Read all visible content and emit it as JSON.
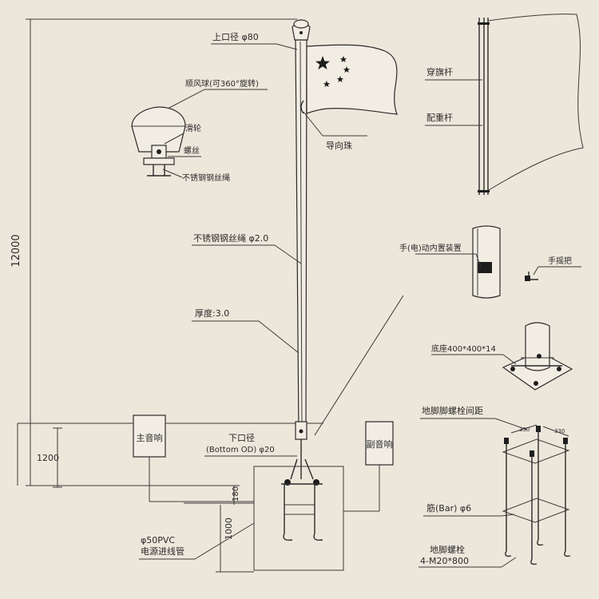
{
  "labels": {
    "height_total": "12000",
    "top_diameter": "上口径 φ80",
    "wind_ball": "顺风球(可360°旋转)",
    "pulley": "滑轮",
    "thread": "螺丝",
    "stainless_rope_small": "不锈钢钢丝绳",
    "guide_bead": "导向珠",
    "flag_rod": "穿旗杆",
    "counterweight_rod": "配重杆",
    "stainless_rope": "不锈钢钢丝绳 φ2.0",
    "thickness": "厚度:3.0",
    "manual_device": "手(电)动内置装置",
    "hand_crank": "手摇把",
    "base_plate": "底座400*400*14",
    "bolt_spacing": "地脚脚螺栓间距",
    "main_speaker": "主音响",
    "sub_speaker": "副音响",
    "bottom_od_cn": "下口径",
    "bottom_od_en": "(Bottom OD) φ20",
    "height_1200": "1200",
    "height_180": "180",
    "height_1000": "1000",
    "bar": "筋(Bar) φ6",
    "pvc_1": "φ50PVC",
    "pvc_2": "电源进线管",
    "anchor_bolt_1": "地脚螺栓",
    "anchor_bolt_2": "4-M20*800",
    "dim_330a": "330",
    "dim_330b": "330"
  },
  "colors": {
    "background": "#ede7db",
    "line": "#2a2a2a"
  },
  "icons": [
    "star-icon"
  ]
}
